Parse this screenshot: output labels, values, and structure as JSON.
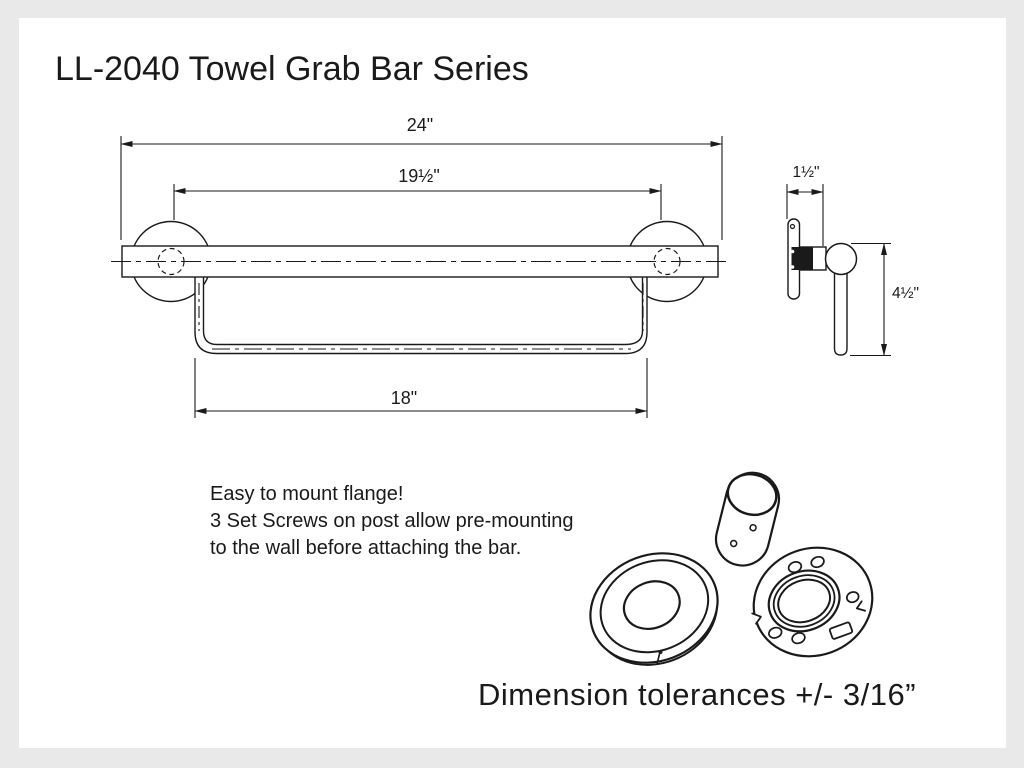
{
  "colors": {
    "background": "#e9e9e9",
    "paper": "#ffffff",
    "ink": "#1a1a1a"
  },
  "title": "LL-2040 Towel Grab Bar Series",
  "drawing": {
    "front_view": {
      "overall_width": "24\"",
      "mount_center_width": "19½\"",
      "towel_bar_width": "18\""
    },
    "side_view": {
      "post_depth": "1½\"",
      "towel_bar_drop": "4½\""
    }
  },
  "note": {
    "line1": "Easy to mount flange!",
    "line2": "3 Set Screws on post allow pre-mounting",
    "line3": "to the wall before attaching the bar."
  },
  "footer": "Dimension tolerances +/- 3/16”"
}
